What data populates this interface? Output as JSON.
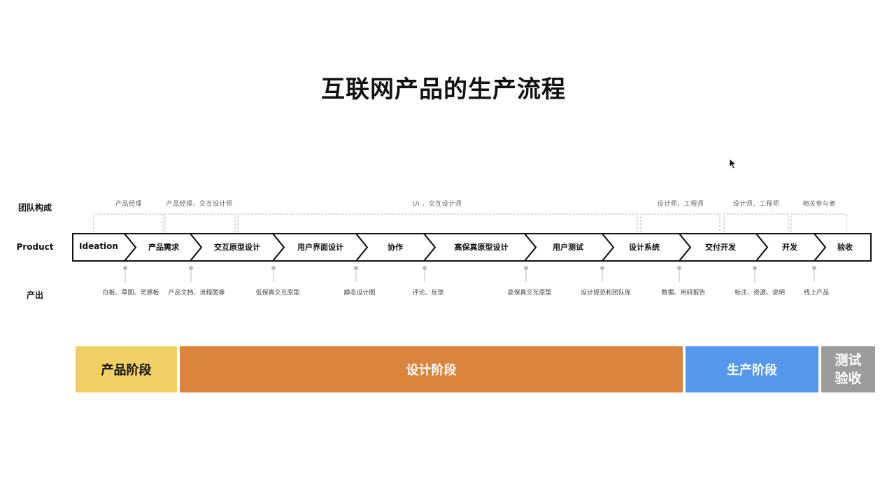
{
  "title": "互联网产品的生产流程",
  "row_labels": {
    "team": "团队构成",
    "product": "Product",
    "output": "产出"
  },
  "steps": [
    {
      "label": "Ideation"
    },
    {
      "label": "产品需求"
    },
    {
      "label": "交互原型设计"
    },
    {
      "label": "用户界面设计"
    },
    {
      "label": "协作"
    },
    {
      "label": "高保真原型设计"
    },
    {
      "label": "用户测试"
    },
    {
      "label": "设计系统"
    },
    {
      "label": "交付开发"
    },
    {
      "label": "开发"
    },
    {
      "label": "验收"
    }
  ],
  "team_groups": [
    {
      "label": "产品经理"
    },
    {
      "label": "产品经理、交互设计师"
    },
    {
      "label": "UI 、交互设计师"
    },
    {
      "label": "设计师、工程师"
    },
    {
      "label": "设计师、工程师"
    },
    {
      "label": "相关参与者"
    }
  ],
  "outputs": [
    {
      "label": "白板、草图、灵感板"
    },
    {
      "label": "产品文档、流程图等"
    },
    {
      "label": "低保真交互原型"
    },
    {
      "label": "静态设计图"
    },
    {
      "label": "评论、反馈"
    },
    {
      "label": "高保真交互原型"
    },
    {
      "label": "设计规范和团队库"
    },
    {
      "label": "数据、用研报告"
    },
    {
      "label": "标注、资源、说明"
    },
    {
      "label": "线上产品"
    }
  ],
  "phases": [
    {
      "label": "产品阶段",
      "color": "#F1D063",
      "text_color": "#111111"
    },
    {
      "label": "设计阶段",
      "color": "#DA843D",
      "text_color": "#ffffff"
    },
    {
      "label": "生产阶段",
      "color": "#5497EC",
      "text_color": "#ffffff"
    },
    {
      "label": "测试验收",
      "color": "#9C9C9C",
      "text_color": "#ffffff"
    }
  ],
  "colors": {
    "arrow_stroke": "#111111",
    "dashed_line": "#bbbbbb",
    "connector": "#bbbbbb"
  }
}
